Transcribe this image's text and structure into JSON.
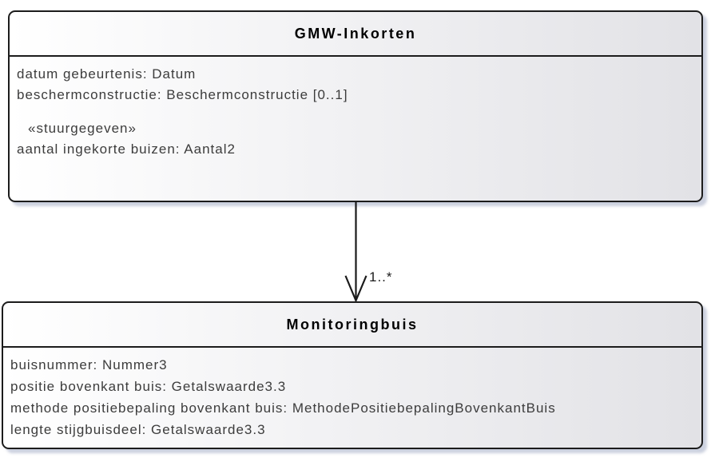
{
  "classes": {
    "gmw_inkorten": {
      "title": "GMW-Inkorten",
      "attributes": [
        "datum gebeurtenis: Datum",
        "beschermconstructie: Beschermconstructie [0..1]"
      ],
      "stereotype": "«stuurgegeven»",
      "stereotype_attributes": [
        "aantal ingekorte buizen: Aantal2"
      ]
    },
    "monitoringbuis": {
      "title": "Monitoringbuis",
      "attributes": [
        "buisnummer: Nummer3",
        "positie bovenkant buis: Getalswaarde3.3",
        "methode positiebepaling bovenkant buis: MethodePositiebepalingBovenkantBuis",
        "lengte stijgbuisdeel: Getalswaarde3.3"
      ]
    }
  },
  "association": {
    "multiplicity": "1..*"
  },
  "colors": {
    "border": "#1c1c1c",
    "fill_gradient_start": "#ffffff",
    "fill_gradient_end": "#e2e2e6",
    "shadow": "#a3abc4",
    "attribute_text": "#3c3c3c",
    "title_text": "#000000",
    "connector": "#1a1a1a",
    "page_background": "#ffffff"
  }
}
